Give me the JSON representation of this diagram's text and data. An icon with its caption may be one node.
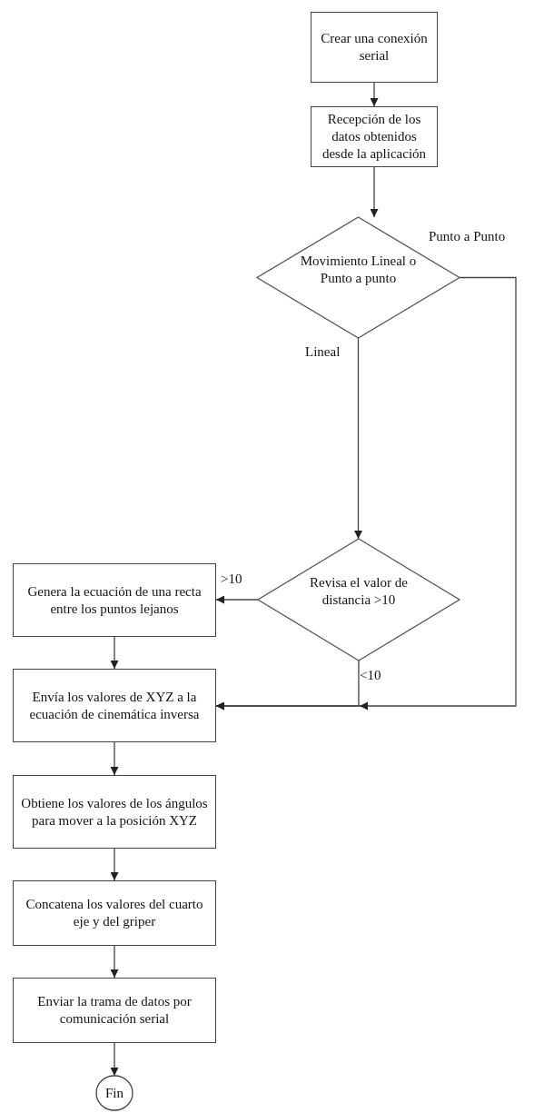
{
  "diagram": {
    "nodes": [
      {
        "text": [
          "Crear una conexión serial"
        ]
      },
      {
        "text": [
          "Recepción de los datos obtenidos desde la aplicación"
        ]
      },
      {
        "text": [
          "Movimiento Lineal o Punto a punto"
        ]
      },
      {
        "text": [
          "Revisa el valor de distancia >10"
        ]
      },
      {
        "text": [
          "Genera la ecuación de una recta entre los puntos lejanos"
        ]
      },
      {
        "text": [
          "Envía los valores de XYZ a la ecuación de cinemática inversa"
        ]
      },
      {
        "text": [
          "Obtiene los valores de los ángulos para mover a la posición XYZ"
        ]
      },
      {
        "text": [
          "Concatena los valores del cuarto eje y del griper"
        ]
      },
      {
        "text": [
          "Enviar la trama de datos por comunicación serial"
        ]
      },
      {
        "text": [
          "Fin"
        ]
      }
    ],
    "edges": [
      {
        "from": 0,
        "to": 1,
        "arrow": "to"
      },
      {
        "from": 1,
        "to": 2,
        "arrow": "to"
      },
      {
        "from": 2,
        "to": 3,
        "arrow": "to",
        "label": "Lineal"
      },
      {
        "from": 2,
        "to": 5,
        "arrow": "to",
        "label": "Punto a Punto"
      },
      {
        "from": 3,
        "to": 4,
        "arrow": "to",
        "label": ">10"
      },
      {
        "from": 3,
        "to": 5,
        "arrow": "to",
        "label": "<10"
      },
      {
        "from": 4,
        "to": 5,
        "arrow": "to"
      },
      {
        "from": 5,
        "to": 6,
        "arrow": "to"
      },
      {
        "from": 6,
        "to": 7,
        "arrow": "to"
      },
      {
        "from": 7,
        "to": 8,
        "arrow": "to"
      },
      {
        "from": 8,
        "to": 9,
        "arrow": "to"
      }
    ]
  }
}
